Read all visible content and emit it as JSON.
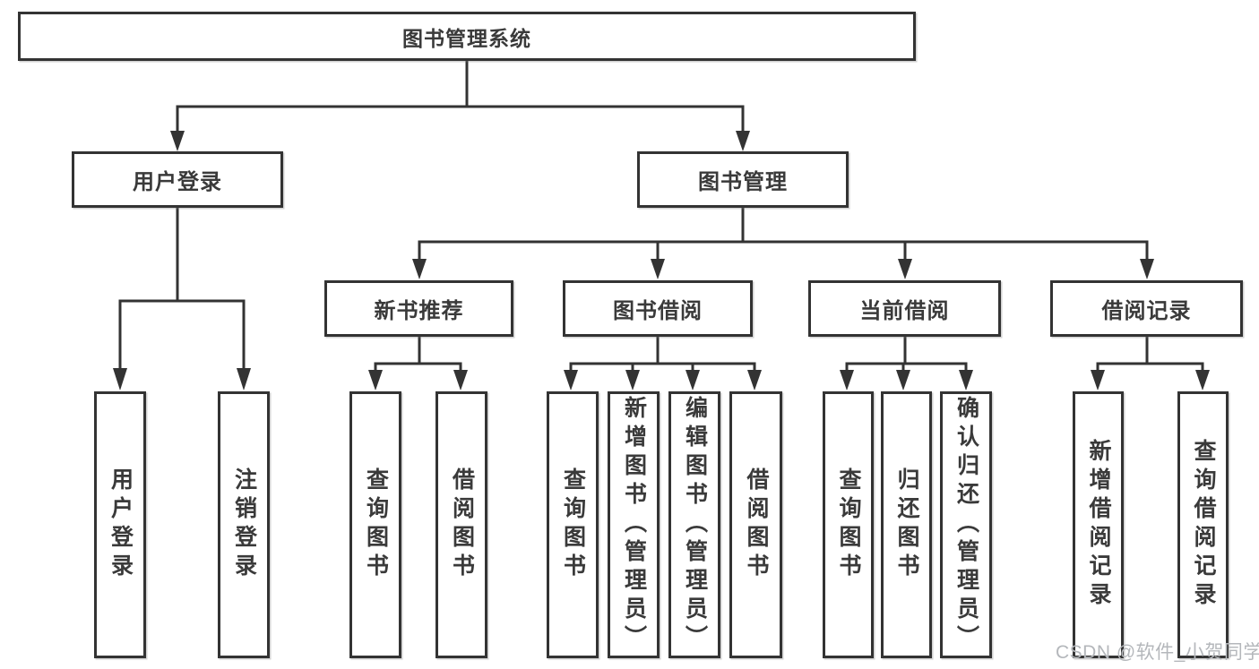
{
  "root": {
    "label": "图书管理系统"
  },
  "level2": [
    {
      "label": "用户登录"
    },
    {
      "label": "图书管理"
    }
  ],
  "level3": [
    {
      "label": "新书推荐"
    },
    {
      "label": "图书借阅"
    },
    {
      "label": "当前借阅"
    },
    {
      "label": "借阅记录"
    }
  ],
  "leaves": [
    {
      "label": "用户登录"
    },
    {
      "label": "注销登录"
    },
    {
      "label": "查询图书"
    },
    {
      "label": "借阅图书"
    },
    {
      "label": "查询图书"
    },
    {
      "label": "新增图书（管理员）"
    },
    {
      "label": "编辑图书（管理员）"
    },
    {
      "label": "借阅图书"
    },
    {
      "label": "查询图书"
    },
    {
      "label": "归还图书"
    },
    {
      "label": "确认归还（管理员）"
    },
    {
      "label": "新增借阅记录"
    },
    {
      "label": "查询借阅记录"
    }
  ],
  "watermark": {
    "text": "CSDN @软件_小贺同学"
  },
  "colors": {
    "line": "#333333",
    "text": "#3a3a3a",
    "box_fill": "#ffffff",
    "watermark": "#b4b7bb",
    "background": "#ffffff"
  }
}
